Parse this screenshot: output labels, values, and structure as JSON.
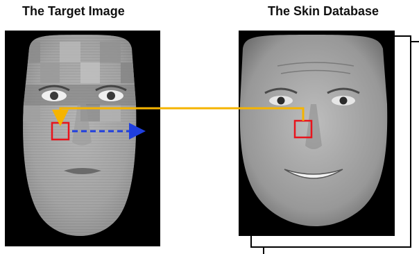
{
  "panels": {
    "target": {
      "title": "The Target Image"
    },
    "database": {
      "title": "The Skin Database"
    }
  },
  "colors": {
    "frame_background": "#000000",
    "face_skin": "#a3a3a3",
    "selection_box": "#e8141c",
    "match_arrow": "#f5b400",
    "scan_arrow": "#1f3fe0",
    "stack_border": "#000000"
  },
  "icons": {
    "selection": "red-square-marker",
    "match": "orange-elbow-arrow",
    "scan": "blue-dashed-arrow"
  }
}
